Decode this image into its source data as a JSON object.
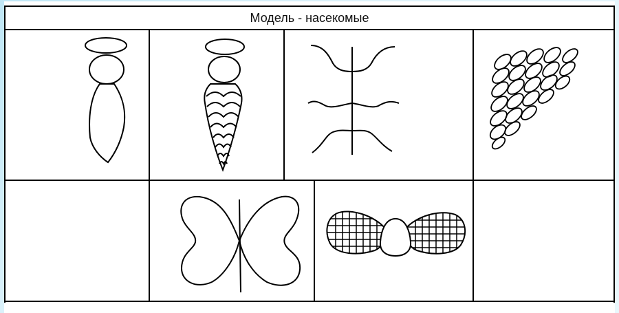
{
  "title": "Модель - насекомые",
  "colors": {
    "line": "#000000",
    "background": "#ffffff"
  },
  "cells": [
    {
      "name": "cell-body-outline",
      "icon": "insect-body-outline-icon"
    },
    {
      "name": "cell-body-scaled",
      "icon": "insect-body-scaled-icon"
    },
    {
      "name": "cell-legs",
      "icon": "insect-legs-icon"
    },
    {
      "name": "cell-scales",
      "icon": "scales-pattern-icon"
    },
    {
      "name": "cell-empty-left",
      "icon": ""
    },
    {
      "name": "cell-butterfly-outline",
      "icon": "butterfly-outline-icon"
    },
    {
      "name": "cell-butterfly-mesh",
      "icon": "butterfly-mesh-icon"
    },
    {
      "name": "cell-empty-right",
      "icon": ""
    }
  ]
}
